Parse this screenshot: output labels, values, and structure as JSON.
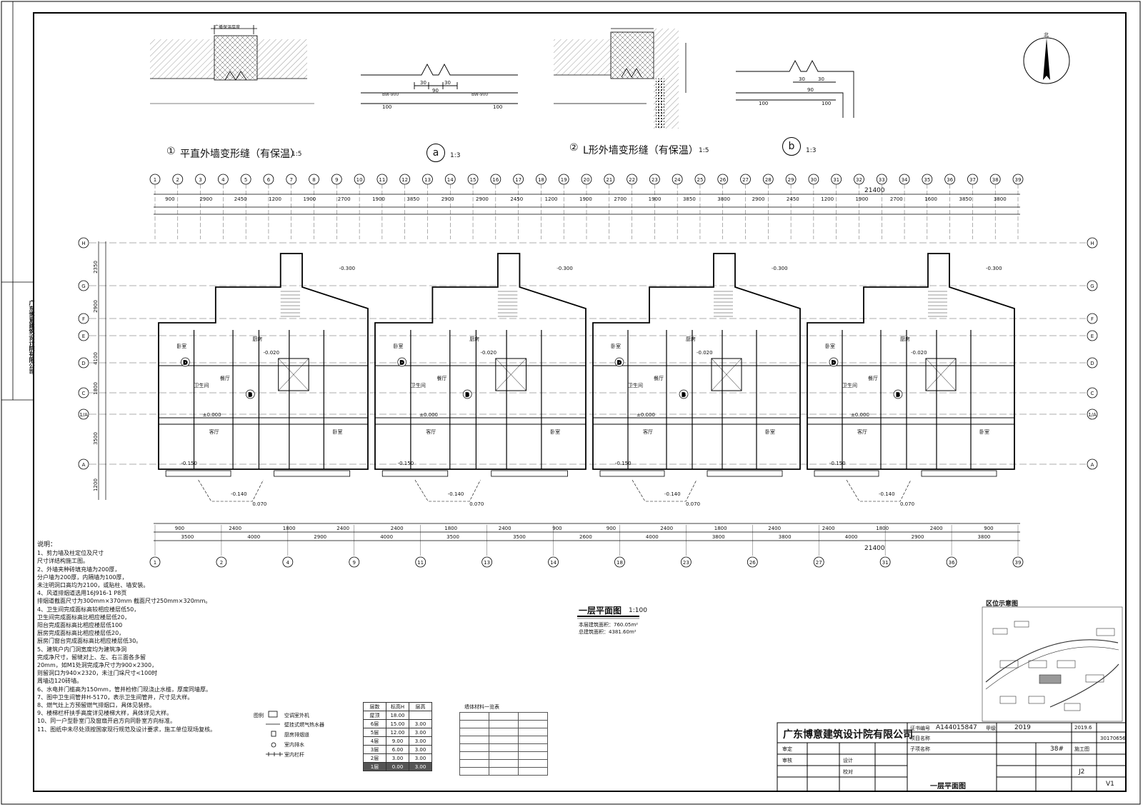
{
  "detail_titles": {
    "d1_label": "①",
    "d1_title": "平直外墙变形缝（有保温）",
    "d1_scale": "1:5",
    "da_label": "a",
    "da_scale": "1:3",
    "d2_label": "②",
    "d2_title": "L形外墙变形缝（有保温）",
    "d2_scale": "1:5",
    "db_label": "b",
    "db_scale": "1:3"
  },
  "detail_dims": {
    "d30a": "30",
    "d30b": "30",
    "d90a": "90",
    "d100a": "100",
    "d100b": "100",
    "d30c": "30",
    "d30d": "30",
    "d90b": "90",
    "d100c": "100",
    "d100d": "100"
  },
  "north_arrow": {
    "label": "北"
  },
  "grid_axes": {
    "top": [
      "1",
      "2",
      "3",
      "4",
      "5",
      "6",
      "7",
      "8",
      "9",
      "10",
      "11",
      "12",
      "13",
      "14",
      "15",
      "16",
      "17",
      "18",
      "19",
      "20",
      "21",
      "22",
      "23",
      "24",
      "25",
      "26",
      "27",
      "28",
      "29",
      "30",
      "31",
      "32",
      "33",
      "34",
      "35",
      "36",
      "37",
      "38",
      "39"
    ],
    "bottom": [
      "1",
      "2",
      "4",
      "9",
      "11",
      "13",
      "14",
      "18",
      "23",
      "26",
      "27",
      "31",
      "36",
      "39"
    ],
    "left": [
      "H",
      "G",
      "F",
      "E",
      "D",
      "C",
      "1/A",
      "A"
    ],
    "right": [
      "H",
      "G",
      "F",
      "E",
      "D",
      "C",
      "1/A",
      "A"
    ]
  },
  "dimensions": {
    "total_top": "21400",
    "total_bottom": "21400",
    "top_row": [
      "900",
      "2900",
      "2450",
      "1200",
      "1900",
      "2700",
      "1900",
      "3850",
      "2900",
      "2900",
      "2450",
      "1200",
      "1900",
      "2700",
      "1900",
      "3850",
      "3800",
      "2900",
      "2450",
      "1200",
      "1900",
      "2700",
      "1600",
      "3850",
      "3800"
    ],
    "bottom_row": [
      "900",
      "2400",
      "1800",
      "2400",
      "2400",
      "1800",
      "2400",
      "900",
      "900",
      "2400",
      "1800",
      "2400",
      "2400",
      "1800",
      "2400",
      "900"
    ],
    "bottom_row2": [
      "3500",
      "4000",
      "2900",
      "4000",
      "3500",
      "3500",
      "2600",
      "4000",
      "3800",
      "3800",
      "4000",
      "2900",
      "3800"
    ],
    "left_col": [
      "2350",
      "2900",
      "4100",
      "1800",
      "3500",
      "1200"
    ]
  },
  "plan_labels": {
    "room_bedroom": "卧室",
    "room_living": "客厅",
    "room_dining": "餐厅",
    "room_kitchen": "厨房",
    "room_bath": "卫生间",
    "lev_pm0": "±0.000",
    "lev_m150": "-0.150",
    "lev_m020": "-0.020",
    "lev_m300": "-0.300",
    "lev_m140": "-0.140",
    "lev_m070": "0.070"
  },
  "plan_title": {
    "title": "一层平面图",
    "scale": "1:100",
    "area1": "本层建筑面积：760.05m²",
    "area2": "总建筑面积：4381.60m²"
  },
  "notes": {
    "heading": "说明：",
    "lines": [
      "1、剪力墙及柱定位及尺寸",
      "   尺寸详结构施工图。",
      "2、外墙夹种砖填充墙为200厚，",
      "   分户墙为200厚，内隔墙为100厚，",
      "   未注明洞口高均为2100，或贴柱、墙安装。",
      "4、风道排烟道选用16J916-1 P8页",
      "   排烟道截面尺寸为300mm×370mm  截面尺寸250mm×320mm。",
      "4、卫生间完成面标高较相应楼层低50，",
      "   卫生间完成面标高比相应楼层低20，",
      "   阳台完成面标高比相应楼层低100",
      "   厨房完成面标高比相应楼层低20，",
      "   厨房门窗台完成面标高比相应楼层低30。",
      "5、建筑户内门洞宽度均为建筑净洞",
      "   完成净尺寸，留缝对上、左、右三面各多留",
      "   20mm，如M1处洞完成净尺寸为900×2300，",
      "   则留洞口为940×2320，未注门垛尺寸<100时",
      "   周墙边120砖墙。",
      "6、水电井门槛高为150mm，管井检修门现浇止水槛，厚度同墙厚。",
      "7、图中卫生间管井H-5170，表示卫生间管井，尺寸见大样。",
      "8、燃气灶上方预留燃气排烟口，具体见装修。",
      "9、楼梯栏杆扶手高度详见楼梯大样，具体详见大样。",
      "10、同一户型卧室门及窗扇开启方向同卧室方向标准。",
      "11、图纸中未尽处须按国家现行规范及设计要求，施工单位现场复核。"
    ]
  },
  "legend": {
    "heading": "图例",
    "items": [
      "空调室外机",
      "壁挂式燃气热水器",
      "厨房排烟道",
      "室内排水",
      "室内栏杆"
    ]
  },
  "level_table": {
    "header": [
      "层数",
      "标高H",
      "层高"
    ],
    "rows": [
      [
        "屋顶",
        "18.00",
        ""
      ],
      [
        "6层",
        "15.00",
        "3.00"
      ],
      [
        "5层",
        "12.00",
        "3.00"
      ],
      [
        "4层",
        "9.00",
        "3.00"
      ],
      [
        "3层",
        "6.00",
        "3.00"
      ],
      [
        "2层",
        "3.00",
        "3.00"
      ],
      [
        "1层",
        "0.00",
        "3.00"
      ]
    ]
  },
  "material_table": {
    "heading": "墙体材料一览表"
  },
  "location_map": {
    "title": "区位示意图"
  },
  "side_strip": {
    "company": "广东博意建筑设计院有限公司"
  },
  "title_block": {
    "company": "广东博意建筑设计院有限公司",
    "cert_no": "A144015847",
    "cert_label": "证书编号",
    "year_label": "甲级",
    "year": "2019",
    "project_label": "项目名称",
    "sub_label": "子项名称",
    "sheet_title": "一层平面图",
    "building": "38#",
    "stage": "施工图",
    "sheet_no": "J2",
    "date": "2019.6",
    "version": "V1",
    "plan_no": "30170656",
    "role_approve": "审定",
    "role_review": "审核",
    "role_design": "设计",
    "role_check": "校对"
  }
}
